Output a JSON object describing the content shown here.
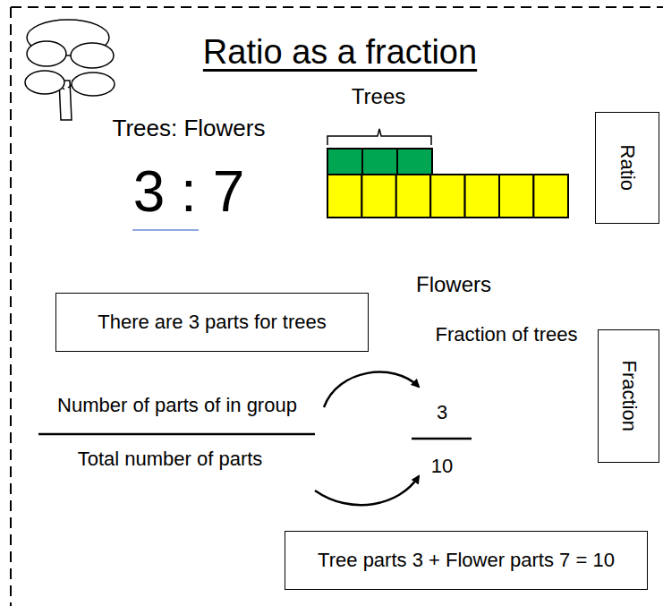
{
  "diagram": {
    "title": "Ratio as a fraction",
    "nodes": [
      {
        "text": [
          "Ratio"
        ]
      },
      {
        "text": [
          "There are 3 parts for trees"
        ]
      },
      {
        "text": [
          "Fraction"
        ]
      },
      {
        "text": [
          "Tree parts 3 + Flower parts 7 = 10"
        ]
      }
    ],
    "labels": [
      "Trees: Flowers",
      "3 : 7",
      "Trees",
      "Flowers",
      "Fraction of trees",
      "Number of parts of in group",
      "Total number of parts",
      "3",
      "10"
    ]
  }
}
